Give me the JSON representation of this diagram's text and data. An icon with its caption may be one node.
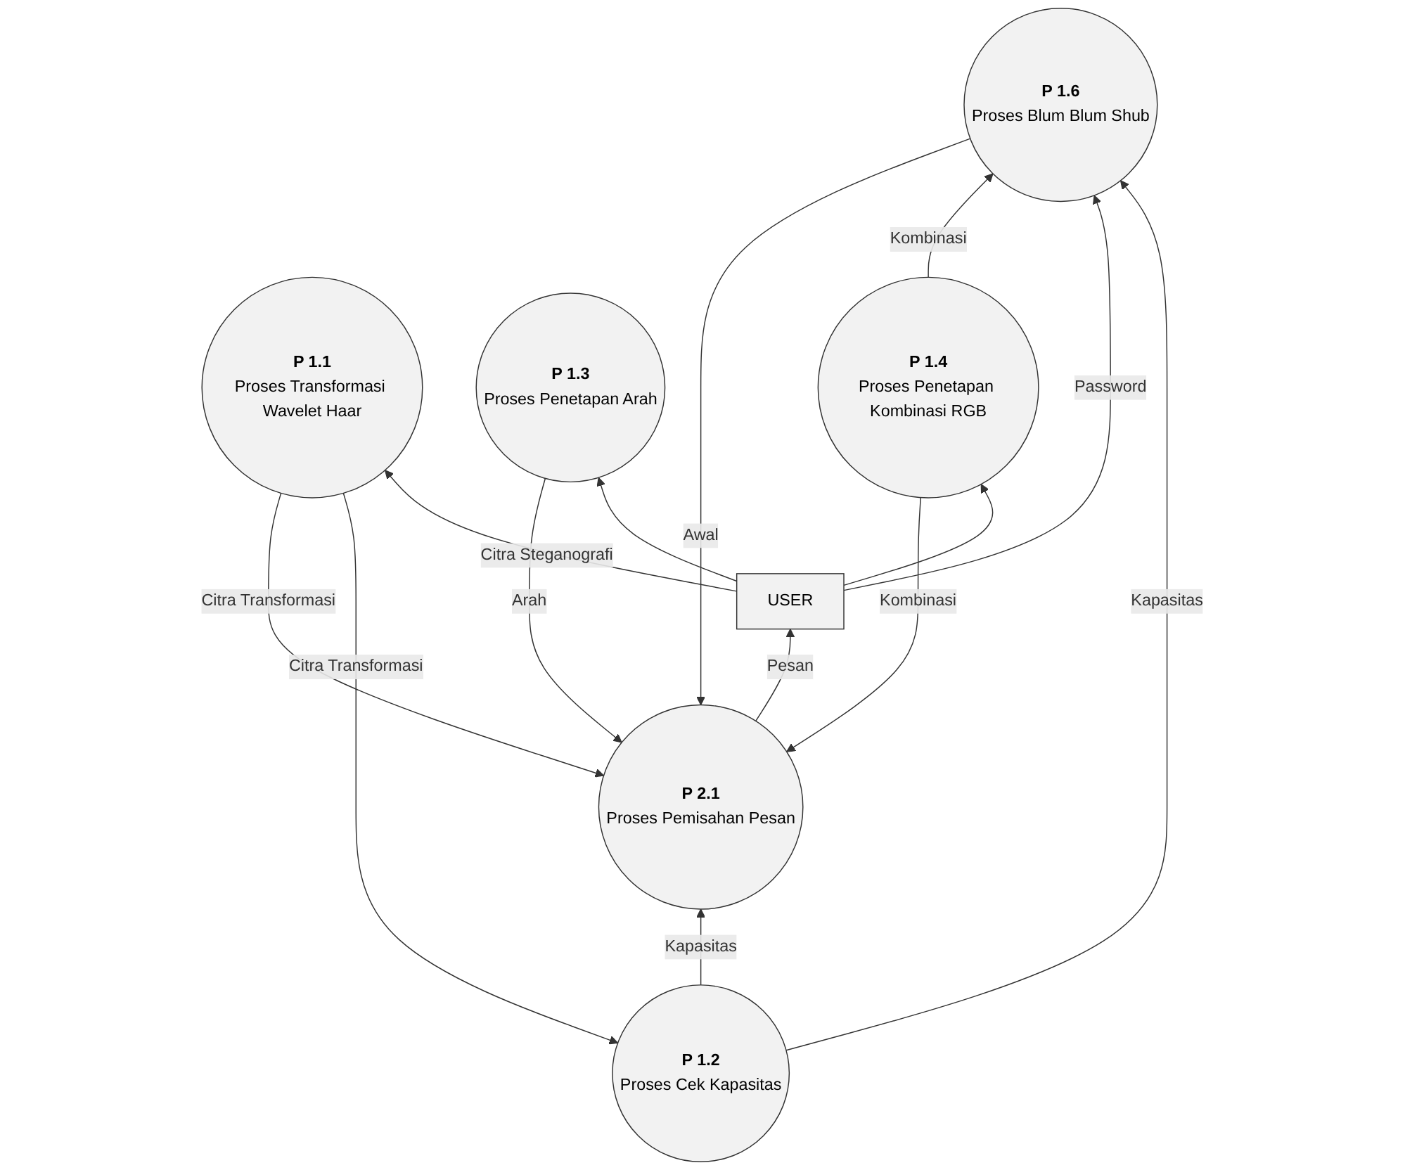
{
  "diagram": {
    "nodes": [
      {
        "text": [
          "P 1.2",
          "Proses Cek Kapasitas"
        ]
      },
      {
        "text": [
          "P 1.6",
          "Proses Blum Blum Shub"
        ]
      },
      {
        "text": [
          "P 2.1",
          "Proses Pemisahan Pesan"
        ]
      },
      {
        "text": [
          "P 1.1",
          "Proses Transformasi Wavelet Haar"
        ]
      },
      {
        "text": [
          "P 1.3",
          "Proses Penetapan Arah"
        ]
      },
      {
        "text": [
          "P 1.4",
          "Proses Penetapan Kombinasi RGB"
        ]
      },
      {
        "text": [
          "USER"
        ]
      }
    ],
    "edges": [
      {
        "from": 0,
        "to": 2,
        "label": "Kapasitas",
        "arrow": "to"
      },
      {
        "from": 0,
        "to": 1,
        "label": "Kapasitas",
        "arrow": "to"
      },
      {
        "from": 1,
        "to": 2,
        "label": "Awal",
        "arrow": "to"
      },
      {
        "from": 3,
        "to": 0,
        "label": "Citra Transformasi",
        "arrow": "to"
      },
      {
        "from": 6,
        "to": 1,
        "label": "Password",
        "arrow": "to"
      },
      {
        "from": 6,
        "to": 4,
        "arrow": "to"
      },
      {
        "from": 6,
        "to": 5,
        "arrow": "to"
      },
      {
        "from": 4,
        "to": 2,
        "label": "Arah",
        "arrow": "to"
      },
      {
        "from": 5,
        "to": 1,
        "label": "Kombinasi",
        "arrow": "to"
      },
      {
        "from": 5,
        "to": 2,
        "label": "Kombinasi",
        "arrow": "to"
      },
      {
        "from": 6,
        "to": 3,
        "label": "Citra Steganografi",
        "arrow": "to"
      },
      {
        "from": 2,
        "to": 6,
        "label": "Pesan",
        "arrow": "to"
      },
      {
        "from": 3,
        "to": 2,
        "label": "Citra Transformasi",
        "arrow": "to"
      }
    ]
  }
}
